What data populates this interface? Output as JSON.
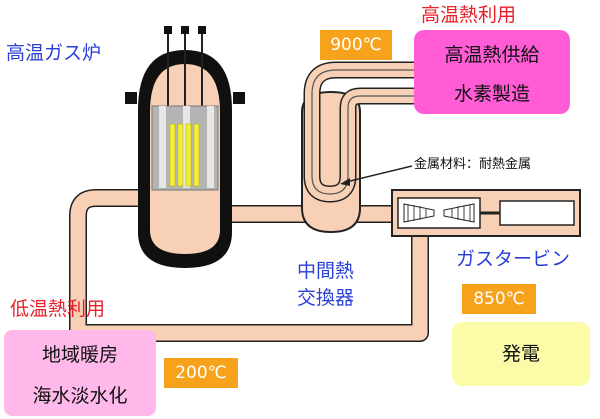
{
  "labels": {
    "reactor": "高温ガス炉",
    "high_use": "高温熱利用",
    "low_use": "低温熱利用",
    "hx_line1": "中間熱",
    "hx_line2": "交換器",
    "turbine": "ガスタービン",
    "material": "金属材料：耐熱金属"
  },
  "temps": {
    "t900": "900℃",
    "t850": "850℃",
    "t200": "200℃"
  },
  "boxes": {
    "high_line1": "高温熱供給",
    "high_line2": "水素製造",
    "low_line1": "地域暖房",
    "low_line2": "海水淡水化",
    "power": "発電"
  },
  "colors": {
    "pipe": "#f8d0b6",
    "outline": "#222222",
    "vessel": "#101010",
    "core_gray": "#b4b4b4",
    "fuel_yellow": "#f0ee3a",
    "accent_orange": "#f7a21b",
    "pink": "#ff5cd6",
    "light_pink": "#ffb8ea",
    "light_yellow": "#fbfba8",
    "text_blue": "#2a3fd6",
    "text_red": "#e8202a"
  }
}
